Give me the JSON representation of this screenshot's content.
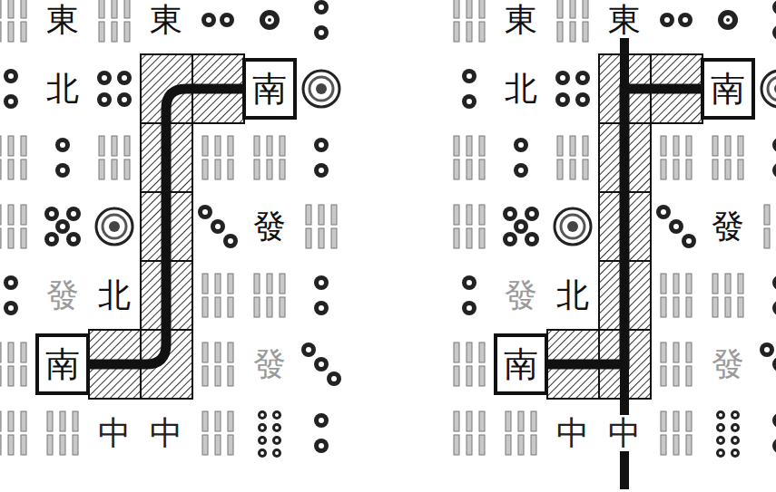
{
  "diagram": {
    "nodes": [
      {
        "text": [
          "南"
        ]
      },
      {
        "text": [
          "南"
        ]
      },
      {
        "text": [
          "南"
        ]
      },
      {
        "text": [
          "南"
        ]
      }
    ],
    "edges": [
      {
        "from": 0,
        "to": 1,
        "arrow": "none"
      },
      {
        "from": 2,
        "to": 3,
        "arrow": "none"
      }
    ],
    "labels": [
      "東",
      "東",
      "北",
      "發",
      "發",
      "北",
      "發",
      "中",
      "中",
      "東",
      "東",
      "北",
      "發",
      "發",
      "北",
      "發",
      "中",
      "中"
    ]
  }
}
